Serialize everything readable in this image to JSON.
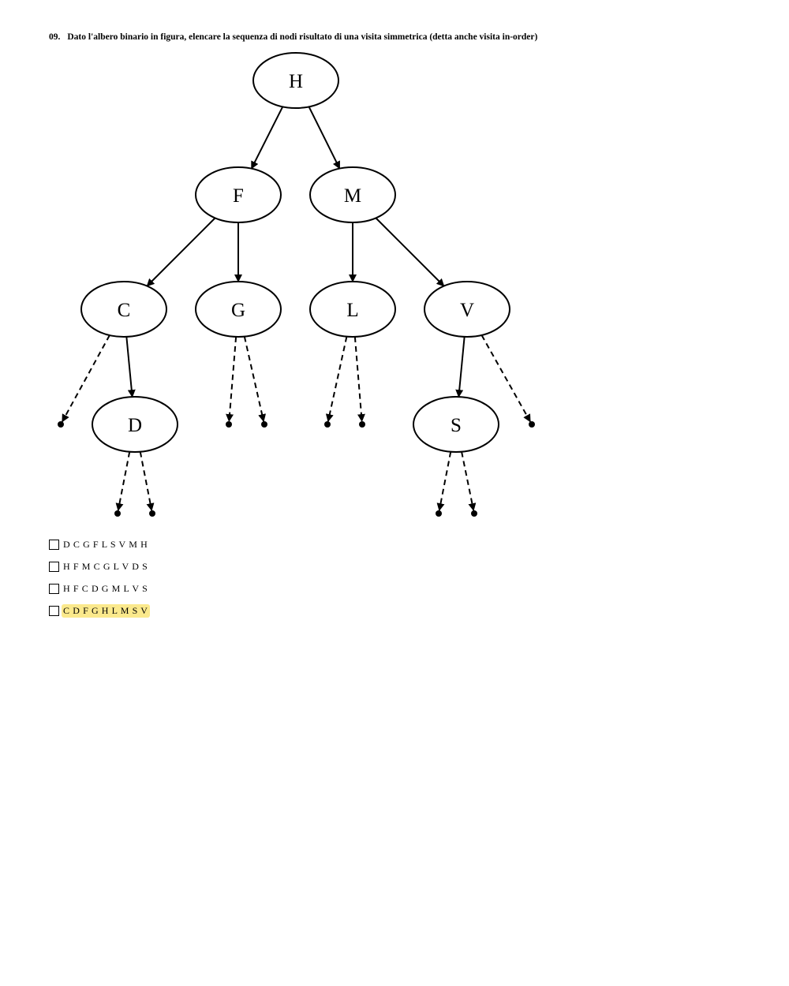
{
  "question": {
    "number": "09.",
    "text": "Dato l'albero binario in figura, elencare la sequenza di nodi risultato di una visita simmetrica (detta anche visita in-order)"
  },
  "tree": {
    "nodes": [
      {
        "id": "H",
        "label": "H"
      },
      {
        "id": "F",
        "label": "F"
      },
      {
        "id": "M",
        "label": "M"
      },
      {
        "id": "C",
        "label": "C"
      },
      {
        "id": "G",
        "label": "G"
      },
      {
        "id": "L",
        "label": "L"
      },
      {
        "id": "V",
        "label": "V"
      },
      {
        "id": "D",
        "label": "D"
      },
      {
        "id": "S",
        "label": "S"
      }
    ],
    "edges": [
      {
        "from": "H",
        "to": "F",
        "style": "solid"
      },
      {
        "from": "H",
        "to": "M",
        "style": "solid"
      },
      {
        "from": "F",
        "to": "C",
        "style": "solid"
      },
      {
        "from": "F",
        "to": "G",
        "style": "solid"
      },
      {
        "from": "M",
        "to": "L",
        "style": "solid"
      },
      {
        "from": "M",
        "to": "V",
        "style": "solid"
      },
      {
        "from": "C",
        "to": "null-c-left",
        "style": "dashed"
      },
      {
        "from": "C",
        "to": "D",
        "style": "solid"
      },
      {
        "from": "G",
        "to": "null-g-left",
        "style": "dashed"
      },
      {
        "from": "G",
        "to": "null-g-right",
        "style": "dashed"
      },
      {
        "from": "L",
        "to": "null-l-left",
        "style": "dashed"
      },
      {
        "from": "L",
        "to": "null-l-right",
        "style": "dashed"
      },
      {
        "from": "V",
        "to": "S",
        "style": "solid"
      },
      {
        "from": "V",
        "to": "null-v-right",
        "style": "dashed"
      },
      {
        "from": "D",
        "to": "null-d-left",
        "style": "dashed"
      },
      {
        "from": "D",
        "to": "null-d-right",
        "style": "dashed"
      },
      {
        "from": "S",
        "to": "null-s-left",
        "style": "dashed"
      },
      {
        "from": "S",
        "to": "null-s-right",
        "style": "dashed"
      }
    ]
  },
  "answers": [
    {
      "text": "D C G F L S V M H",
      "highlighted": false
    },
    {
      "text": "H F M C G L V D S",
      "highlighted": false
    },
    {
      "text": "H F C D G M L V S",
      "highlighted": false
    },
    {
      "text": "C D F G H L M S V",
      "highlighted": true
    }
  ],
  "colors": {
    "highlight": "#fbe98c",
    "stroke": "#000000"
  }
}
